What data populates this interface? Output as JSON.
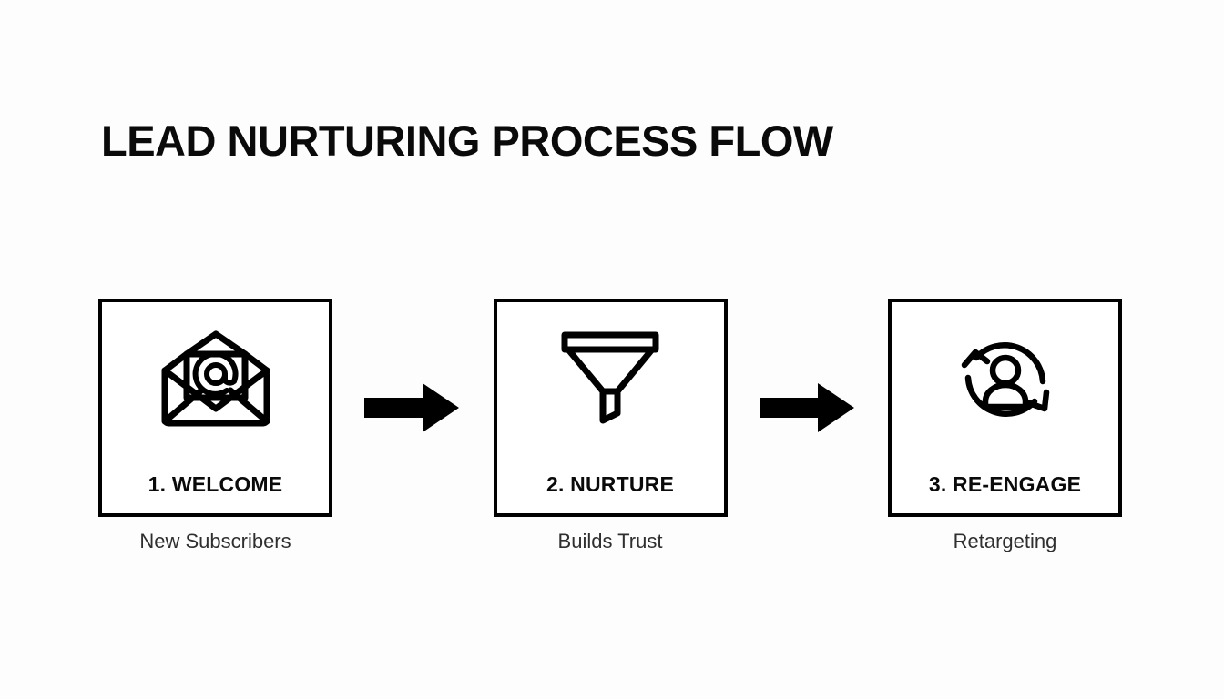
{
  "page": {
    "title": "LEAD NURTURING PROCESS FLOW",
    "background_color": "#fdfdfd",
    "ink_color": "#000000",
    "caption_color": "#2f2f2f"
  },
  "flow": {
    "steps": [
      {
        "label": "1. WELCOME",
        "caption": "New Subscribers",
        "icon": "envelope-at-icon"
      },
      {
        "label": "2. NURTURE",
        "caption": "Builds Trust",
        "icon": "funnel-icon"
      },
      {
        "label": "3. RE-ENGAGE",
        "caption": "Retargeting",
        "icon": "user-refresh-cycle-icon"
      }
    ],
    "connectors": [
      {
        "icon": "arrow-right-icon"
      },
      {
        "icon": "arrow-right-icon"
      }
    ]
  }
}
